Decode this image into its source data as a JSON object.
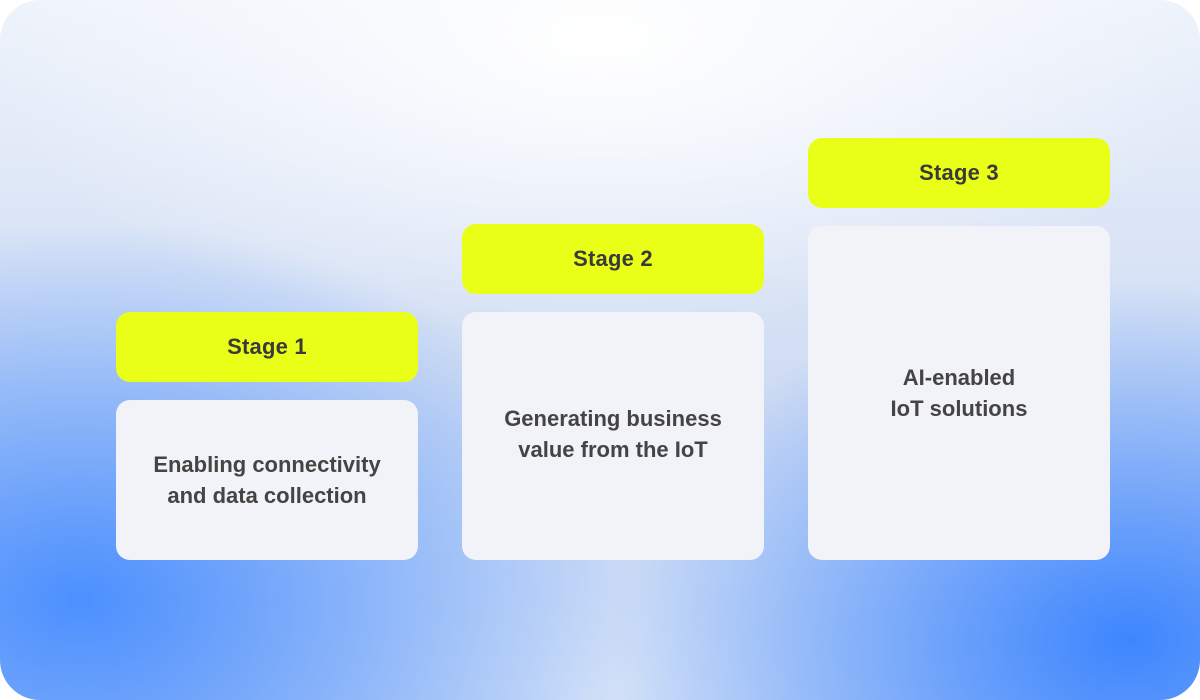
{
  "stages": [
    {
      "label": "Stage 1",
      "description": "Enabling connectivity\nand data collection"
    },
    {
      "label": "Stage 2",
      "description": "Generating business\nvalue from the IoT"
    },
    {
      "label": "Stage 3",
      "description": "AI-enabled\nIoT solutions"
    }
  ],
  "colors": {
    "label_background": "#e9ff17",
    "card_background": "#f1f3f8",
    "text": "#444444"
  }
}
